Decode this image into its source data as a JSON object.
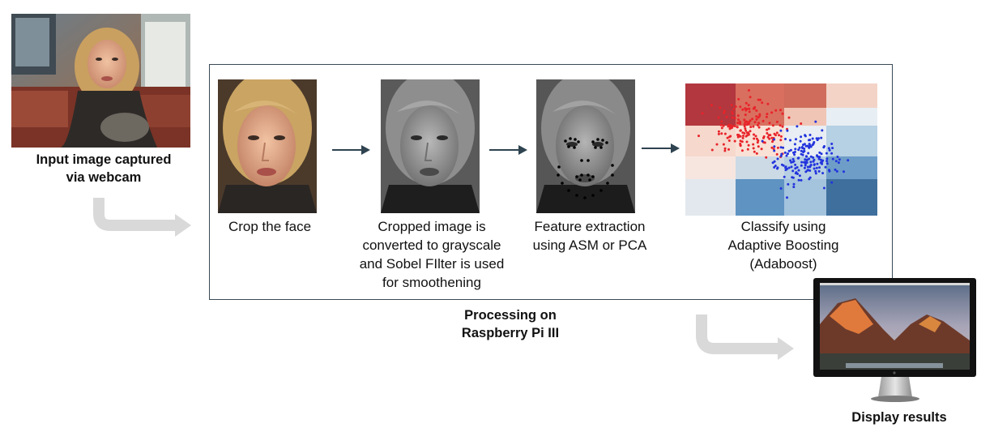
{
  "input": {
    "caption_line1": "Input image captured",
    "caption_line2": "via webcam"
  },
  "steps": [
    {
      "lines": [
        "Crop the face"
      ]
    },
    {
      "lines": [
        "Cropped image is",
        "converted to grayscale",
        "and Sobel FIlter is used",
        "for smoothening"
      ]
    },
    {
      "lines": [
        "Feature extraction",
        "using ASM or PCA"
      ]
    },
    {
      "lines": [
        "Classify using",
        "Adaptive Boosting",
        "(Adaboost)"
      ]
    }
  ],
  "processing": {
    "label_line1": "Processing on",
    "label_line2": "Raspberry Pi III"
  },
  "display": {
    "caption": "Display results"
  },
  "colors": {
    "arrow": "#2f4350",
    "box_border": "#3a4a55",
    "flow_arrow": "#d9d9d9",
    "red_points": "#e8242a",
    "blue_points": "#2233dd"
  }
}
